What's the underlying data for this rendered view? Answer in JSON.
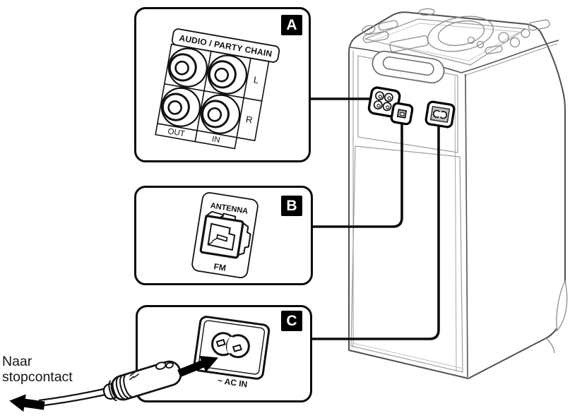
{
  "callouts": {
    "a": {
      "badge": "A",
      "header": "AUDIO / PARTY CHAIN",
      "channel_left": "L",
      "channel_right": "R",
      "col_out": "OUT",
      "col_in": "IN"
    },
    "b": {
      "badge": "B",
      "label": "ANTENNA",
      "band": "FM"
    },
    "c": {
      "badge": "C",
      "label": "~ AC IN"
    }
  },
  "annotation": {
    "to_outlet_line1": "Naar",
    "to_outlet_line2": "stopcontact"
  },
  "colors": {
    "callout_border": "#0a0a0a",
    "connection_line": "#0d0d0d",
    "speaker_outline": "#4f4f4f",
    "badge_bg": "#000000",
    "badge_fg": "#ffffff"
  }
}
